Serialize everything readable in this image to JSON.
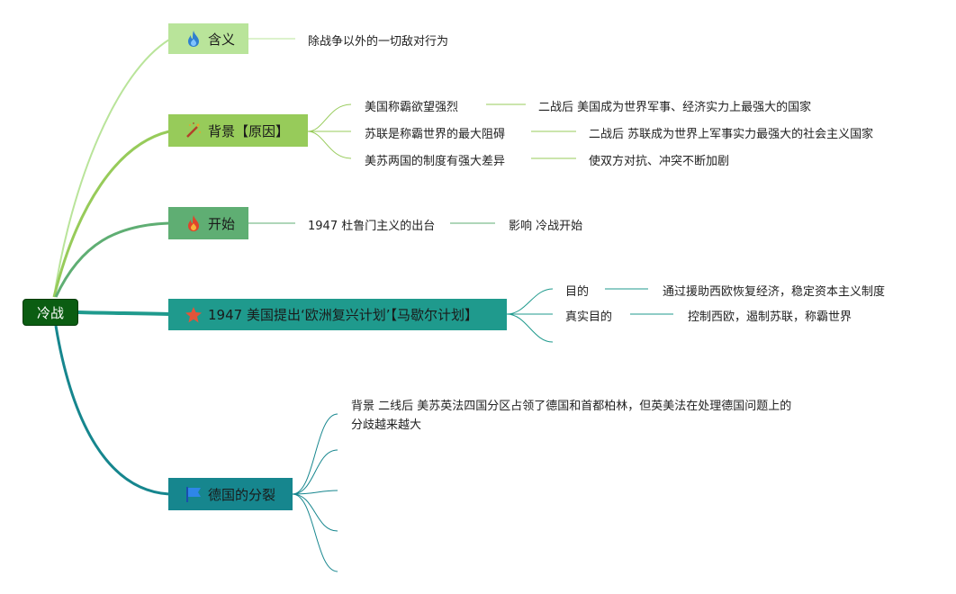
{
  "root": {
    "label": "冷战"
  },
  "branches": {
    "meaning": {
      "label": "含义",
      "icon": "fire-icon",
      "text": "除战争以外的一切敌对行为"
    },
    "background": {
      "label": "背景【原因】",
      "icon": "magic-wand-icon",
      "items": [
        {
          "label": "美国称霸欲望强烈",
          "detail": "二战后 美国成为世界军事、经济实力上最强大的国家"
        },
        {
          "label": "苏联是称霸世界的最大阻碍",
          "detail": "二战后 苏联成为世界上军事实力最强大的社会主义国家"
        },
        {
          "label": "美苏两国的制度有强大差异",
          "detail": "使双方对抗、冲突不断加剧"
        }
      ]
    },
    "start": {
      "label": "开始",
      "icon": "fire-icon",
      "text": "1947 杜鲁门主义的出台",
      "detail": "影响 冷战开始"
    },
    "marshall": {
      "label": "1947 美国提出‘欧洲复兴计划’【马歇尔计划】",
      "icon": "star-icon",
      "items": [
        {
          "label": "目的",
          "detail": "通过援助西欧恢复经济，稳定资本主义制度"
        },
        {
          "label": "真实目的",
          "detail": "控制西欧，遏制苏联，称霸世界"
        }
      ]
    },
    "germany": {
      "label": "德国的分裂",
      "icon": "flag-icon",
      "text": "背景 二线后 美苏英法四国分区占领了德国和首都柏林，但英美法在处理德国问题上的分歧越来越大"
    }
  },
  "colors": {
    "root": "#0b5d12",
    "light_green": "#b9e49a",
    "green": "#97cb5a",
    "mid_green": "#5fae73",
    "teal": "#1f9a8d",
    "dark_teal": "#16868e"
  }
}
